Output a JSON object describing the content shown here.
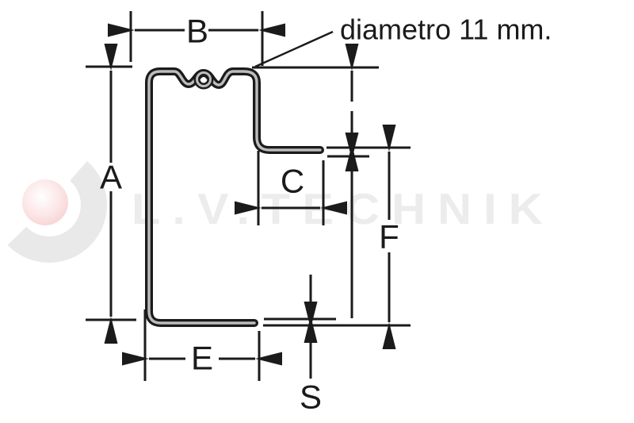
{
  "diagram": {
    "annotation": {
      "text": "diametro 11 mm."
    },
    "dimension_labels": {
      "a": "A",
      "b": "B",
      "c": "C",
      "e": "E",
      "f": "F",
      "s": "S"
    }
  },
  "watermark": {
    "text": "L.V.TECHNIK"
  },
  "colors": {
    "line": "#1b1b1b",
    "profile_core": "#bdbdbd",
    "watermark_text": "#ececec",
    "logo_gray": "#e9e9e9",
    "logo_pink": "#f7d3d3",
    "background": "#ffffff"
  }
}
